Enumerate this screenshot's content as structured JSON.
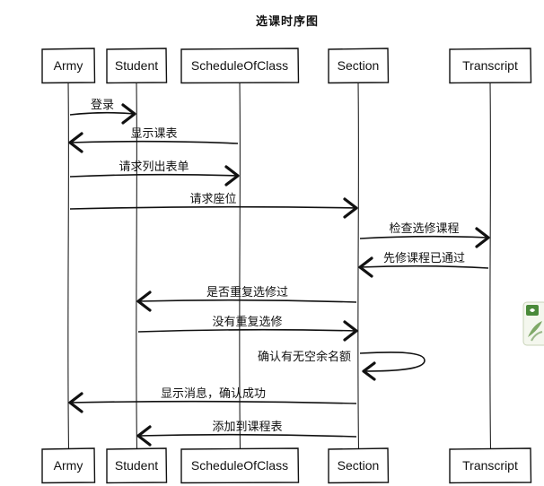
{
  "title": "选课时序图",
  "participants": [
    "Army",
    "Student",
    "ScheduleOfClass",
    "Section",
    "Transcript"
  ],
  "messages": [
    {
      "from": "Army",
      "to": "Student",
      "label": "登录"
    },
    {
      "from": "ScheduleOfClass",
      "to": "Army",
      "label": "显示课表"
    },
    {
      "from": "Army",
      "to": "ScheduleOfClass",
      "label": "请求列出表单"
    },
    {
      "from": "Army",
      "to": "Section",
      "label": "请求座位"
    },
    {
      "from": "Section",
      "to": "Transcript",
      "label": "检查选修课程"
    },
    {
      "from": "Transcript",
      "to": "Section",
      "label": "先修课程已通过"
    },
    {
      "from": "Section",
      "to": "Student",
      "label": "是否重复选修过"
    },
    {
      "from": "Student",
      "to": "Section",
      "label": "没有重复选修"
    },
    {
      "from": "Section",
      "to": "Section",
      "label": "确认有无空余名额"
    },
    {
      "from": "Section",
      "to": "Army",
      "label": "显示消息，确认成功"
    },
    {
      "from": "Section",
      "to": "Student",
      "label": "添加到课程表"
    }
  ],
  "colors": {
    "line": "#111111",
    "background": "#ffffff",
    "accent": "#4a8a3a"
  },
  "icons": [
    "plant-sticker-icon"
  ]
}
